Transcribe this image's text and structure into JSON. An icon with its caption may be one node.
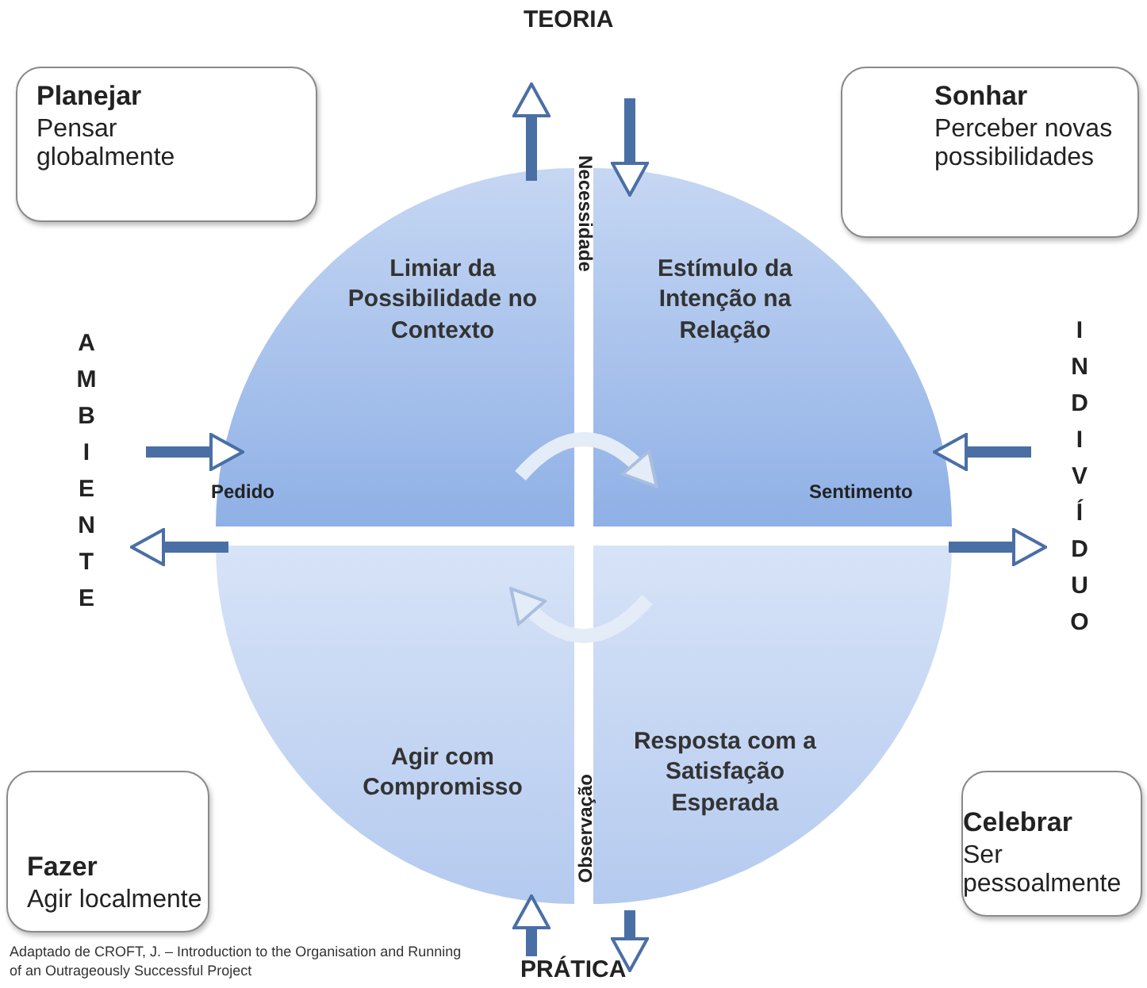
{
  "diagram": {
    "caption": "Adaptado de CROFT, J. – Introduction to the Organisation and Running of an Outrageously Successful Project",
    "nodes": [
      {
        "text": [
          "Planejar",
          "Pensar globalmente"
        ]
      },
      {
        "text": [
          "Sonhar",
          "Perceber novas possibilidades"
        ]
      },
      {
        "text": [
          "Fazer",
          "Agir localmente"
        ]
      },
      {
        "text": [
          "Celebrar",
          "Ser pessoalmente"
        ]
      },
      {
        "text": [
          "Limiar da Possibilidade no Contexto"
        ]
      },
      {
        "text": [
          "Estímulo da Intenção na Relação"
        ]
      },
      {
        "text": [
          "Agir com Compromisso"
        ]
      },
      {
        "text": [
          "Resposta com a Satisfação Esperada"
        ]
      },
      {
        "text": [
          "TEORIA"
        ]
      },
      {
        "text": [
          "AMBIENTE"
        ]
      },
      {
        "text": [
          "INDIVÍDUO"
        ]
      },
      {
        "text": [
          "PRÁTICA"
        ]
      }
    ],
    "edges": [
      {
        "from": 4,
        "to": 8,
        "arrow": "to"
      },
      {
        "from": 8,
        "to": 5,
        "arrow": "to"
      },
      {
        "from": 9,
        "to": 4,
        "arrow": "to"
      },
      {
        "from": 6,
        "to": 9,
        "arrow": "to"
      },
      {
        "from": 10,
        "to": 5,
        "arrow": "to"
      },
      {
        "from": 7,
        "to": 10,
        "arrow": "to"
      },
      {
        "from": 11,
        "to": 6,
        "arrow": "to"
      },
      {
        "from": 7,
        "to": 11,
        "arrow": "to"
      },
      {
        "from": 4,
        "to": 5,
        "arrow": "to",
        "color": "#e4ecf8"
      },
      {
        "from": 7,
        "to": 6,
        "arrow": "to",
        "color": "#e4ecf8"
      }
    ],
    "labels": [
      "Necessidade",
      "Pedido",
      "Sentimento",
      "Observação"
    ]
  }
}
